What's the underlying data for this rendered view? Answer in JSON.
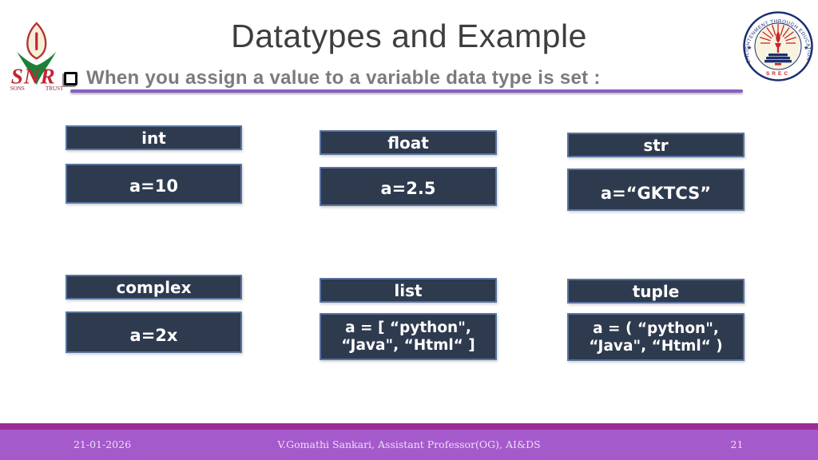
{
  "slide": {
    "title": "Datatypes and Example",
    "bullet": "When you assign a value to a variable data type is set :"
  },
  "cards": [
    {
      "label": "int",
      "value": "a=10"
    },
    {
      "label": "float",
      "value": "a=2.5"
    },
    {
      "label": "str",
      "value": "a=“GKTCS”"
    },
    {
      "label": "complex",
      "value": "a=2x"
    },
    {
      "label": "list",
      "value": "a = [ “python\",\n“Java\", “Html“ ]"
    },
    {
      "label": "tuple",
      "value": "a = ( “python\",\n“Java\", “Html“ )"
    }
  ],
  "footer": {
    "date": "21-01-2026",
    "credit": "V.Gomathi Sankari, Assistant Professor(OG), AI&DS",
    "page": "21"
  },
  "logos": {
    "snr": {
      "name": "SNR",
      "sub_left": "SONS",
      "sub_right": "TRUST"
    },
    "srec": {
      "ring_text": "ENLIGHTENMENT THROUGH EDUCATION",
      "bottom_text": "SREC"
    }
  },
  "colors": {
    "box_fill": "#2e3a4e",
    "box_border": "#5a74a0",
    "underline": "#8a5ec6",
    "footer_bar": "#a55acb",
    "footer_strip": "#9a2d95",
    "title_text": "#3e3e40",
    "bullet_text": "#7b7b7b"
  }
}
